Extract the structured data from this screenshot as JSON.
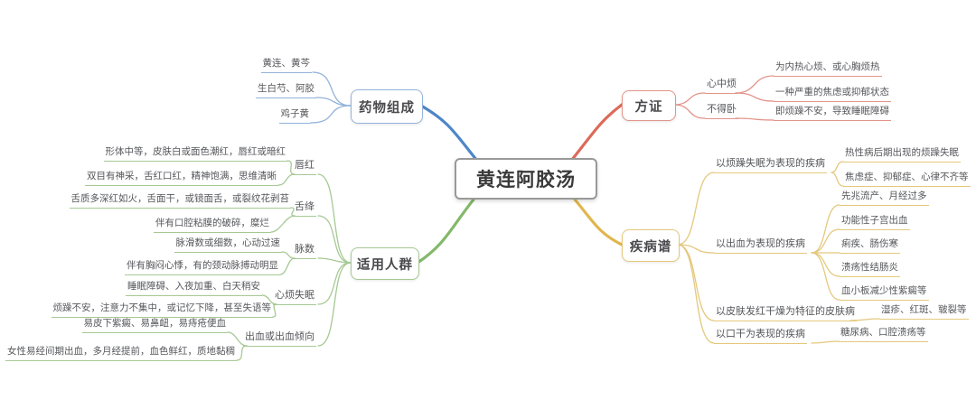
{
  "title": "黄连阿胶汤",
  "colors": {
    "blue": "#4e86c8",
    "blue_soft": "#93b3da",
    "red": "#dc6a5a",
    "red_soft": "#e2948a",
    "yellow": "#e0b64e",
    "yellow_soft": "#e4c87c",
    "green": "#84b86a",
    "green_soft": "#a6c994",
    "text": "#56575b",
    "center_border": "#999999"
  },
  "branches": {
    "composition": {
      "label": "药物组成",
      "items": [
        "黄连、黄芩",
        "生白芍、阿胶",
        "鸡子黄"
      ]
    },
    "syndrome": {
      "label": "方证",
      "children": [
        {
          "label": "心中烦",
          "leaves": [
            "为内热心烦、或心胸烦热",
            "一种严重的焦虑或抑郁状态"
          ]
        },
        {
          "label": "不得卧",
          "leaves": [
            "即烦躁不安，导致睡眠障碍"
          ]
        }
      ]
    },
    "diseases": {
      "label": "疾病谱",
      "children": [
        {
          "label": "以烦躁失眠为表现的疾病",
          "leaves": [
            "热性病后期出现的烦躁失眠",
            "焦虑症、抑郁症、心律不齐等"
          ]
        },
        {
          "label": "以出血为表现的疾病",
          "leaves": [
            "先兆流产、月经过多",
            "功能性子宫出血",
            "痢疾、肠伤寒",
            "溃疡性结肠炎",
            "血小板减少性紫癜等"
          ]
        },
        {
          "label": "以皮肤发红干燥为特征的皮肤病",
          "leaves": [
            "湿疹、红斑、皲裂等"
          ]
        },
        {
          "label": "以口干为表现的疾病",
          "leaves": [
            "糖尿病、口腔溃疡等"
          ]
        }
      ]
    },
    "population": {
      "label": "适用人群",
      "children": [
        {
          "label": "唇红",
          "leaves": [
            "形体中等，皮肤白或面色潮红，唇红或暗红",
            "双目有神采，舌红口红，精神饱满，思维清晰"
          ]
        },
        {
          "label": "舌绛",
          "leaves": [
            "舌质多深红如火，舌面干，或镜面舌，或裂纹花剥苔",
            "伴有口腔粘膜的破碎，糜烂"
          ]
        },
        {
          "label": "脉数",
          "leaves": [
            "脉滑数或细数，心动过速",
            "伴有胸闷心悸，有的颈动脉搏动明显"
          ]
        },
        {
          "label": "心烦失眠",
          "leaves": [
            "睡眠障碍、入夜加重、白天稍安",
            "烦躁不安，注意力不集中，或记忆下降，甚至失语等"
          ]
        },
        {
          "label": "出血或出血倾向",
          "leaves": [
            "易皮下紫癜、易鼻衄，易痔疮便血",
            "女性易经间期出血，多月经提前，血色鲜红，质地黏稠"
          ]
        }
      ]
    }
  }
}
